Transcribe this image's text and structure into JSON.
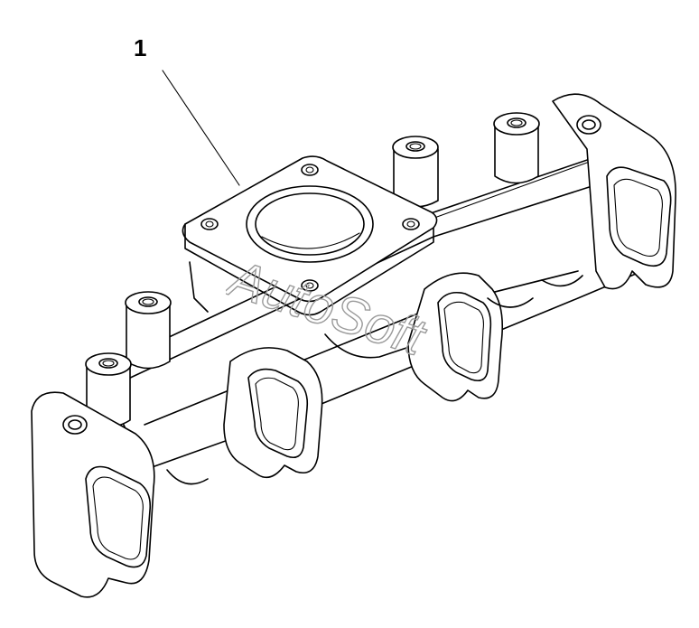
{
  "diagram": {
    "callouts": [
      {
        "label": "1",
        "part": "exhaust-manifold"
      }
    ],
    "watermark": "AutoSoft",
    "colors": {
      "line": "#000000",
      "background": "#ffffff",
      "watermark_stroke": "#9a9a9a"
    }
  }
}
